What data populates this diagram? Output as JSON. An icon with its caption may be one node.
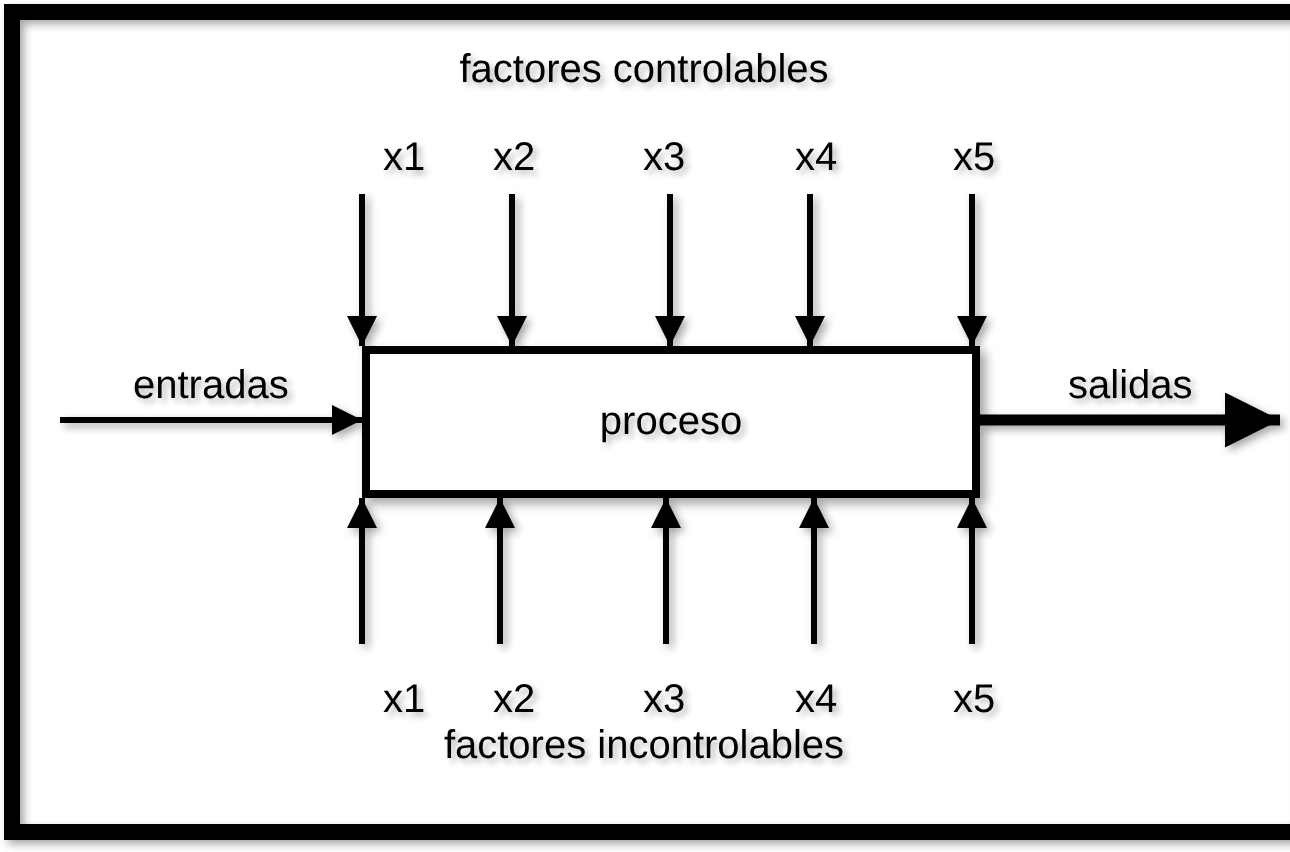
{
  "diagram": {
    "nodes": [
      {
        "text": [
          "proceso"
        ]
      },
      {
        "text": [
          "x1"
        ]
      },
      {
        "text": [
          "x2"
        ]
      },
      {
        "text": [
          "x3"
        ]
      },
      {
        "text": [
          "x4"
        ]
      },
      {
        "text": [
          "x5"
        ]
      },
      {
        "text": [
          "x1"
        ]
      },
      {
        "text": [
          "x2"
        ]
      },
      {
        "text": [
          "x3"
        ]
      },
      {
        "text": [
          "x4"
        ]
      },
      {
        "text": [
          "x5"
        ]
      }
    ],
    "edges": [
      {
        "from": null,
        "to": 0,
        "arrow": "to",
        "label": "entradas"
      },
      {
        "from": 0,
        "to": null,
        "arrow": "to",
        "label": "salidas",
        "style": "thick"
      },
      {
        "from": 1,
        "to": 0,
        "arrow": "to"
      },
      {
        "from": 2,
        "to": 0,
        "arrow": "to"
      },
      {
        "from": 3,
        "to": 0,
        "arrow": "to"
      },
      {
        "from": 4,
        "to": 0,
        "arrow": "to"
      },
      {
        "from": 5,
        "to": 0,
        "arrow": "to"
      },
      {
        "from": 6,
        "to": 0,
        "arrow": "to"
      },
      {
        "from": 7,
        "to": 0,
        "arrow": "to"
      },
      {
        "from": 8,
        "to": 0,
        "arrow": "to"
      },
      {
        "from": 9,
        "to": 0,
        "arrow": "to"
      },
      {
        "from": 10,
        "to": 0,
        "arrow": "to"
      }
    ],
    "labels": [
      "factores controlables",
      "factores incontrolables"
    ]
  }
}
